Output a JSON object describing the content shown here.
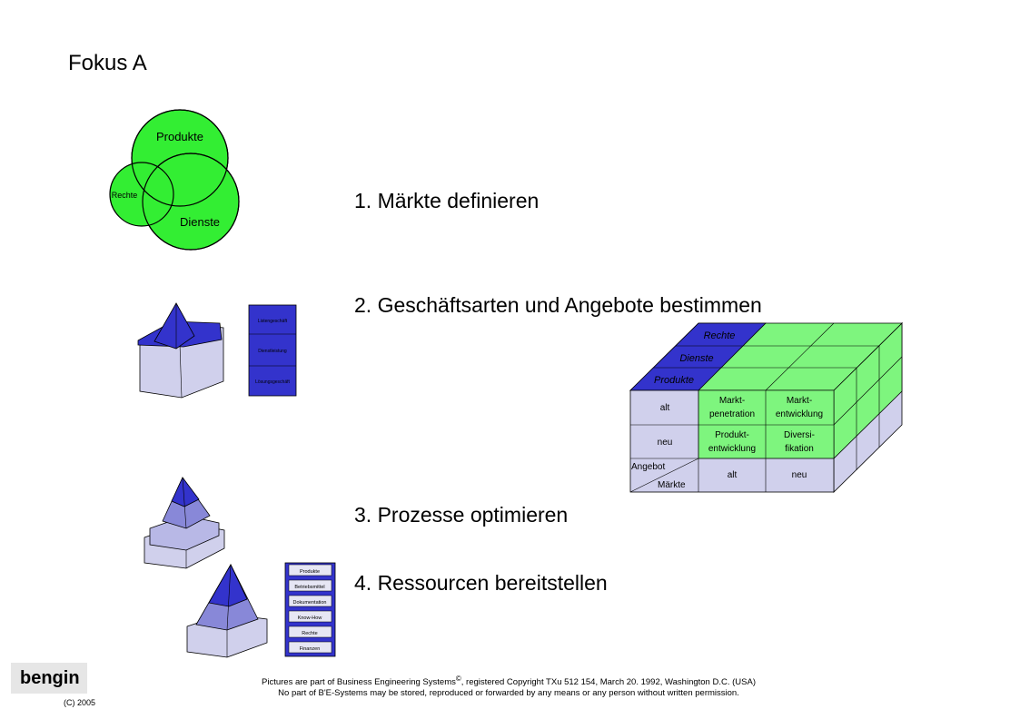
{
  "title": "Fokus A",
  "steps": [
    "1. Märkte definieren",
    "2. Geschäftsarten und Angebote bestimmen",
    "3. Prozesse optimieren",
    "4. Ressourcen bereitstellen"
  ],
  "venn": {
    "circle_a": "Produkte",
    "circle_b": "Rechte",
    "circle_c": "Dienste"
  },
  "column_small_labels": [
    "Listengeschäft",
    "Dienstleistung",
    "Lösungsgeschäft"
  ],
  "resource_labels": [
    "Produkte",
    "Betriebsmittel",
    "Dokumentation",
    "Know-How",
    "Rechte",
    "Finanzen"
  ],
  "matrix": {
    "top_labels": [
      "Rechte",
      "Dienste",
      "Produkte"
    ],
    "row_labels": [
      "alt",
      "neu"
    ],
    "cells": [
      [
        "Markt-",
        "penetration",
        "Markt-",
        "entwicklung"
      ],
      [
        "Produkt-",
        "entwicklung",
        "Diversi-",
        "fikation"
      ]
    ],
    "col_labels": [
      "alt",
      "neu"
    ],
    "corner_top": "Angebot",
    "corner_bottom": "Märkte"
  },
  "colors": {
    "green": "#33ee33",
    "light_green": "#7ef57e",
    "blue": "#3333cc",
    "lavender": "#d0d0ec"
  },
  "logo": "bengin",
  "copyright": "(C) 2005",
  "footer_line1_a": "Pictures are part of Business Engineering Systems",
  "footer_sup": "©",
  "footer_line1_b": ", registered Copyright TXu 512 154, March 20. 1992, Washington D.C. (USA)",
  "footer_line2": "No part of B'E-Systems may be stored, reproduced or forwarded by any means or any person without written permission."
}
